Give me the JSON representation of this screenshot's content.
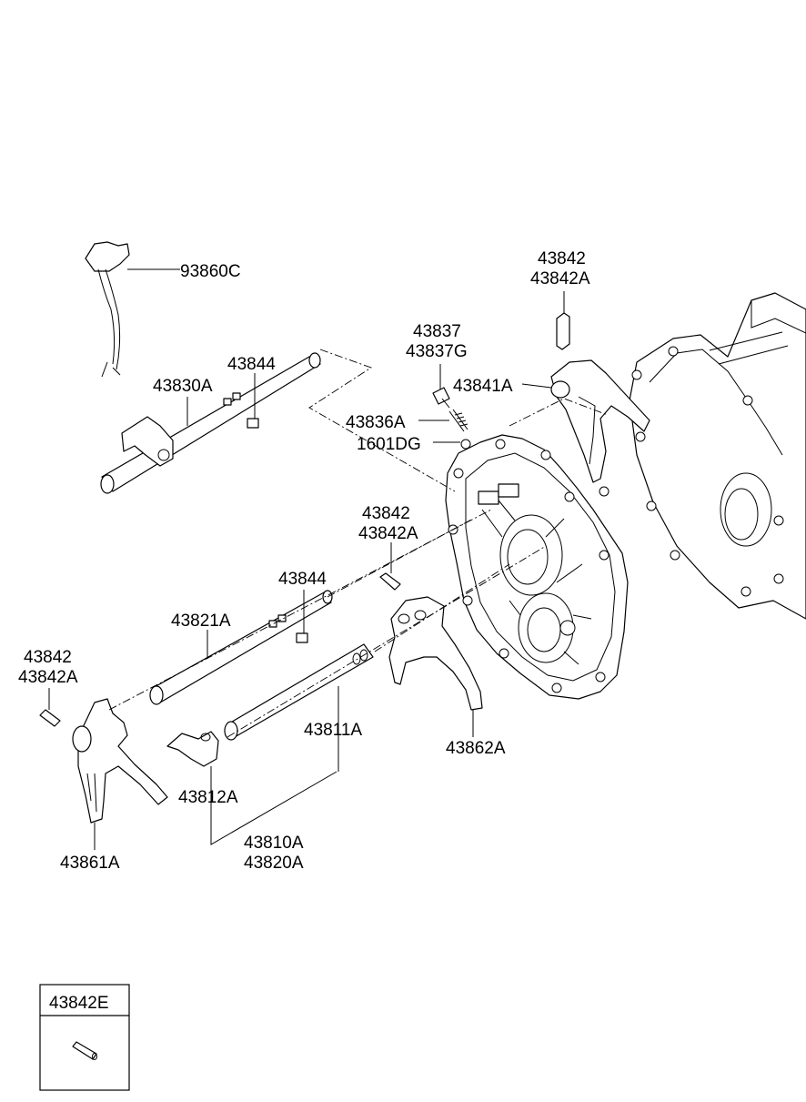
{
  "labels": {
    "p93860C": "93860C",
    "p43842_tr_a": "43842",
    "p43842_tr_b": "43842A",
    "p43837_a": "43837",
    "p43837_b": "43837G",
    "p43844_top": "43844",
    "p43830A": "43830A",
    "p43841A": "43841A",
    "p43836A": "43836A",
    "p1601DG": "1601DG",
    "p43842_mid_a": "43842",
    "p43842_mid_b": "43842A",
    "p43844_mid": "43844",
    "p43821A": "43821A",
    "p43842_left_a": "43842",
    "p43842_left_b": "43842A",
    "p43811A": "43811A",
    "p43862A": "43862A",
    "p43812A": "43812A",
    "p43810A": "43810A",
    "p43820A": "43820A",
    "p43861A": "43861A"
  },
  "inset": {
    "title": "43842E"
  }
}
